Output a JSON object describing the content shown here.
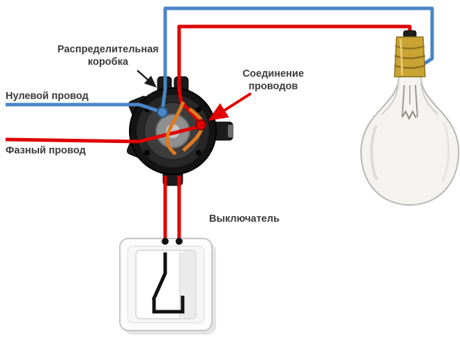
{
  "labels": {
    "distribution_box": "Распределительная коробка",
    "neutral_wire": "Нулевой провод",
    "phase_wire": "Фазный провод",
    "wire_connection": "Соединение проводов",
    "switch": "Выключатель"
  },
  "colors": {
    "neutral-wire": "#4a86c8",
    "phase-wire": "#df0000",
    "connection-wire": "#e0791f",
    "bulb-base": "#c9a433",
    "label-text": "#3b3b3b"
  }
}
